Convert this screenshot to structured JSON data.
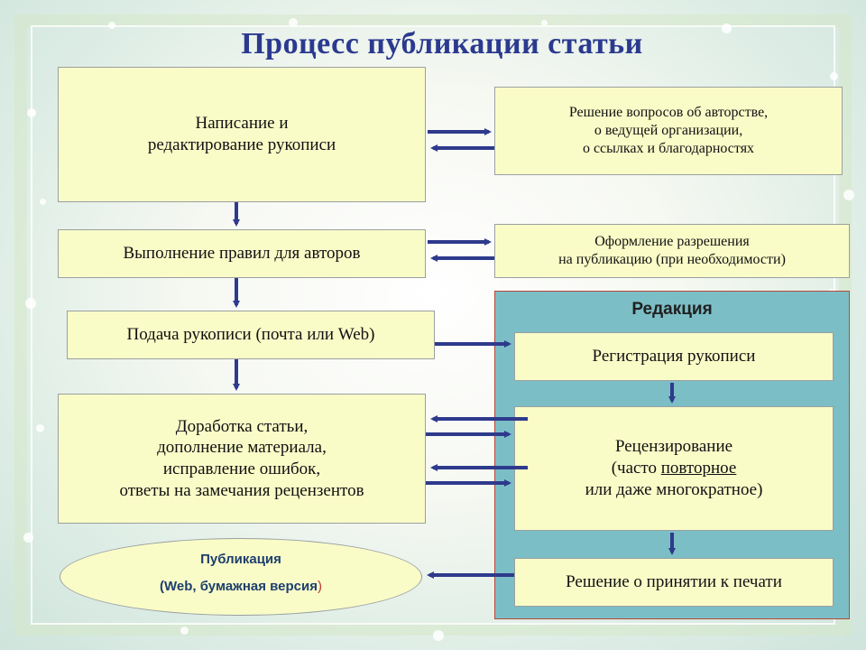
{
  "title": "Процесс публикации статьи",
  "left_boxes": [
    {
      "id": "writing",
      "text": "Написание и\nредактирование рукописи"
    },
    {
      "id": "rules",
      "text": "Выполнение правил для авторов"
    },
    {
      "id": "submit",
      "text": "Подача рукописи (почта или Web)"
    },
    {
      "id": "revision",
      "text": "Доработка статьи,\nдополнение материала,\nисправление ошибок,\nответы на замечания рецензентов"
    }
  ],
  "right_boxes": [
    {
      "id": "authorship",
      "text": "Решение вопросов об авторстве,\nо ведущей организации,\nо ссылках и благодарностях"
    },
    {
      "id": "permission",
      "text": "Оформление разрешения\nна публикацию (при необходимости)"
    }
  ],
  "editorial": {
    "title": "Редакция",
    "registration": "Регистрация рукописи",
    "review_line1": "Рецензирование",
    "review_line2_prefix": "(часто ",
    "review_line2_underlined": "повторное",
    "review_line3": "или даже многократное)",
    "decision": "Решение о принятии к печати"
  },
  "publication": {
    "line1": "Публикация",
    "line2_open": "(",
    "line2_text": "Web, бумажная версия",
    "line2_close": ")"
  },
  "colors": {
    "title": "#2b3a8f",
    "arrow": "#2e3a8c",
    "box_fill": "#fafcc8",
    "panel_fill": "#7cbec6",
    "panel_border": "#b34a3a"
  }
}
